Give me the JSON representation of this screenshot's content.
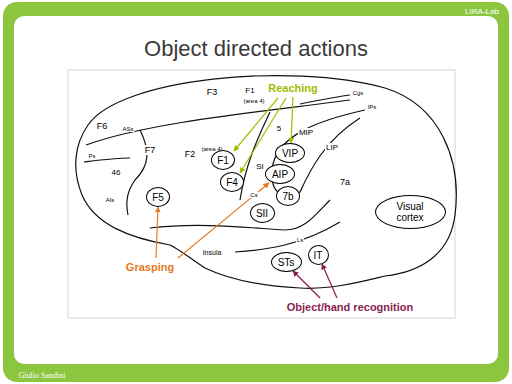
{
  "diagram": {
    "title": "Object directed actions",
    "nodes": [
      {
        "text": [
          "VIP"
        ]
      },
      {
        "text": [
          "F1"
        ]
      },
      {
        "text": [
          "AIP"
        ]
      },
      {
        "text": [
          "F4"
        ]
      },
      {
        "text": [
          "7b"
        ]
      },
      {
        "text": [
          "F5"
        ]
      },
      {
        "text": [
          "Visual cortex"
        ]
      },
      {
        "text": [
          "SII"
        ]
      },
      {
        "text": [
          "IT"
        ]
      },
      {
        "text": [
          "STs"
        ]
      }
    ],
    "labels": [
      "LIRA-Lab",
      "F6",
      "F3",
      "F1",
      "(area 4)",
      "Cgs",
      "Reaching",
      "IPs",
      "F7",
      "F2",
      "(area 4)",
      "SI",
      "5",
      "MIP",
      "LIP",
      "ASs",
      "Ps",
      "46",
      "Cs",
      "AIs",
      "7a",
      "Insula",
      "Ls",
      "Grasping",
      "Object/hand recognition",
      "Giulio Sandini"
    ]
  }
}
